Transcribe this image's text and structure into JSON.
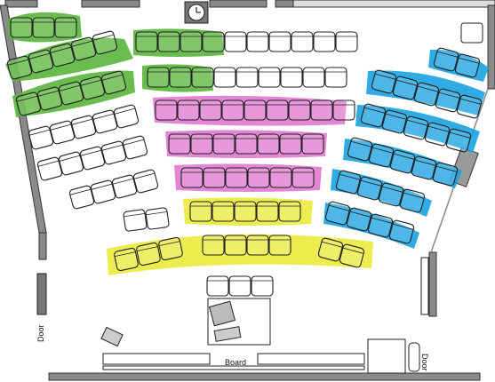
{
  "labels": {
    "door_left": "Door",
    "door_right": "Door",
    "board": "Board"
  },
  "icons": [
    "clock-icon",
    "projector-icon",
    "door-icon",
    "podium-icon"
  ],
  "legend_colors": {
    "green": "#5bb53d",
    "magenta": "#e07ad0",
    "yellow": "#eaea3c",
    "blue": "#1aa3e0",
    "none": "#ffffff"
  },
  "sections": [
    {
      "name": "left-wing-green",
      "highlight": "green",
      "rows": 3
    },
    {
      "name": "center-back-green",
      "highlight": "green",
      "rows": 2
    },
    {
      "name": "center-magenta",
      "highlight": "magenta",
      "rows": 3
    },
    {
      "name": "center-yellow",
      "highlight": "yellow",
      "rows": 2
    },
    {
      "name": "right-wing-blue",
      "highlight": "blue",
      "rows": 6
    }
  ]
}
